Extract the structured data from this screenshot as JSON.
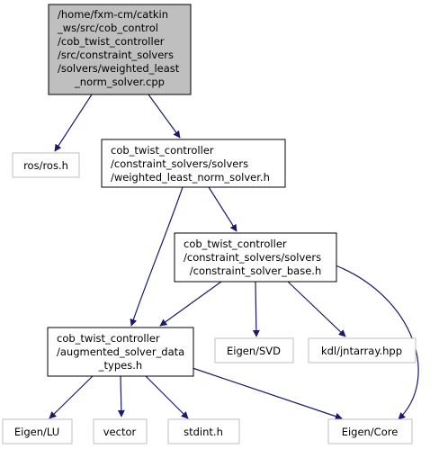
{
  "colors": {
    "edge": "#191970",
    "main_fill": "#bfbfbf",
    "box_border": "#000000",
    "external_border": "#bfbfbf"
  },
  "nodes": {
    "main": [
      "/home/fxm-cm/catkin",
      "_ws/src/cob_control",
      "/cob_twist_controller",
      "/src/constraint_solvers",
      "/solvers/weighted_least",
      "_norm_solver.cpp"
    ],
    "ros": [
      "ros/ros.h"
    ],
    "wln": [
      "cob_twist_controller",
      "/constraint_solvers/solvers",
      "/weighted_least_norm_solver.h"
    ],
    "base": [
      "cob_twist_controller",
      "/constraint_solvers/solvers",
      "/constraint_solver_base.h"
    ],
    "aug": [
      "cob_twist_controller",
      "/augmented_solver_data",
      "_types.h"
    ],
    "svd": [
      "Eigen/SVD"
    ],
    "kdl": [
      "kdl/jntarray.hpp"
    ],
    "lu": [
      "Eigen/LU"
    ],
    "vector": [
      "vector"
    ],
    "stdint": [
      "stdint.h"
    ],
    "core": [
      "Eigen/Core"
    ]
  }
}
